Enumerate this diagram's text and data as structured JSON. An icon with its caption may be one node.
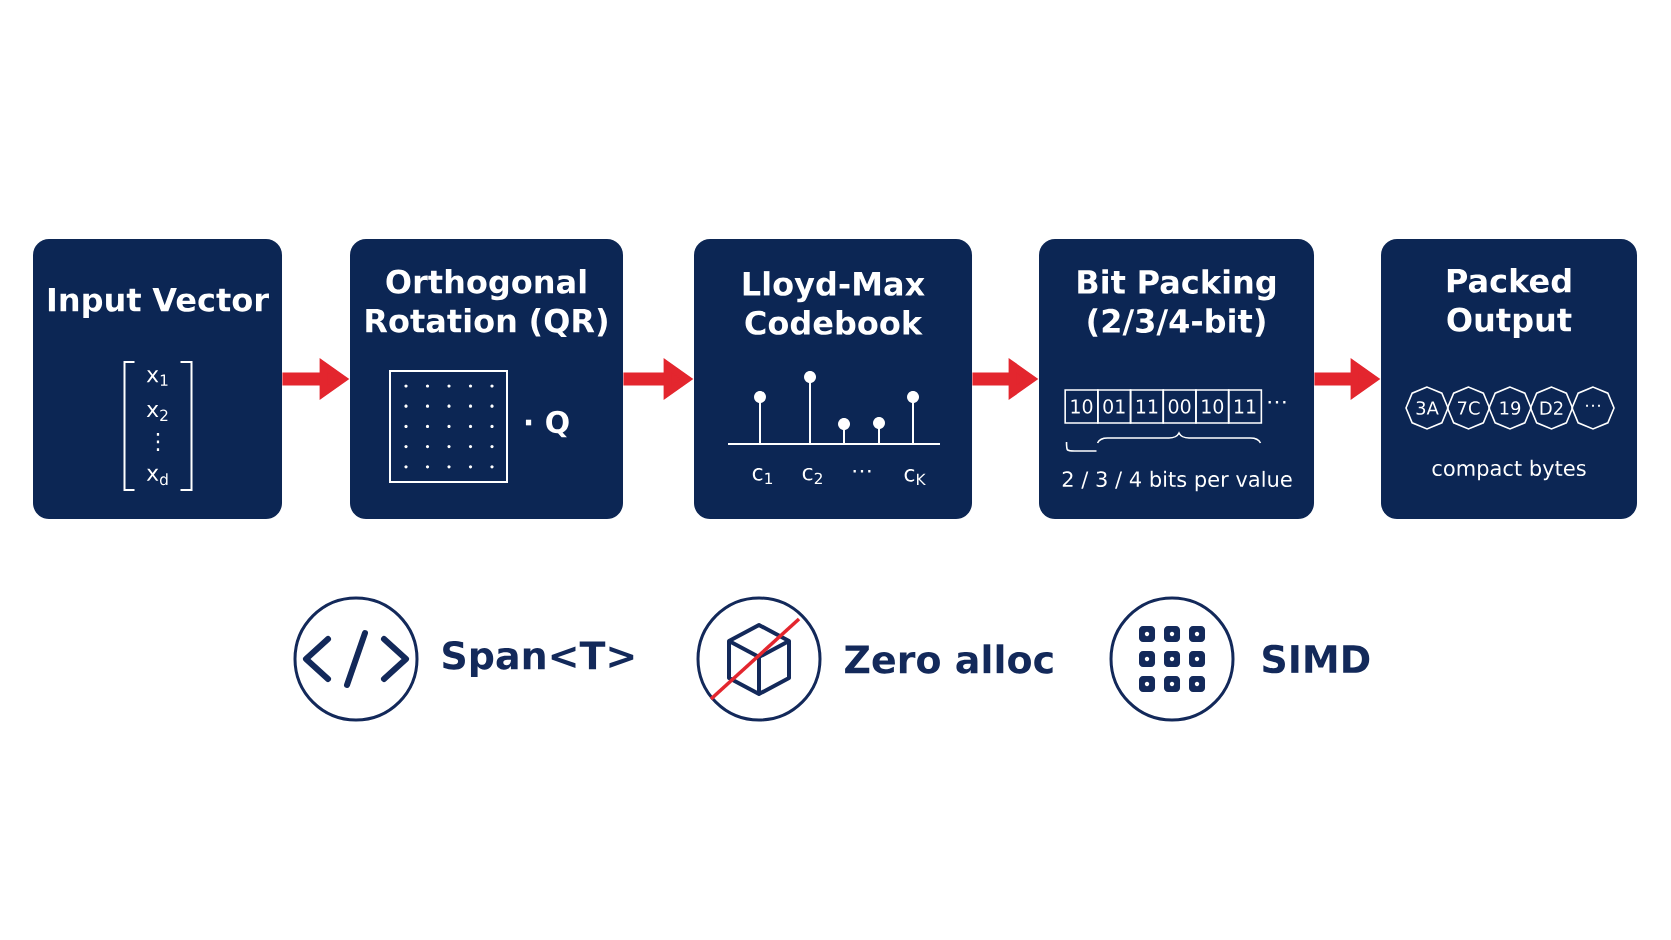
{
  "diagram": {
    "nodes": [
      {
        "text": [
          "Input Vector",
          "x$_{1}$",
          "x$_{2}$",
          "⋮",
          "x$_{d}$"
        ]
      },
      {
        "text": [
          "Orthogonal Rotation (QR)",
          "· Q"
        ]
      },
      {
        "text": [
          "Lloyd-Max Codebook",
          "c$_{1}$",
          "c$_{2}$",
          "⋯",
          "c$_{K}$"
        ]
      },
      {
        "text": [
          "Bit Packing (2/3/4-bit)",
          "⋯",
          "2 / 3 / 4 bits per value"
        ]
      },
      {
        "text": [
          "10"
        ],
        "in": 3
      },
      {
        "text": [
          "01"
        ],
        "in": 3
      },
      {
        "text": [
          "11"
        ],
        "in": 3
      },
      {
        "text": [
          "00"
        ],
        "in": 3
      },
      {
        "text": [
          "10"
        ],
        "in": 3
      },
      {
        "text": [
          "11"
        ],
        "in": 3
      },
      {
        "text": [
          "Packed Output",
          "compact bytes"
        ]
      },
      {
        "text": [
          "3A"
        ],
        "in": 10
      },
      {
        "text": [
          "7C"
        ],
        "in": 10
      },
      {
        "text": [
          "19"
        ],
        "in": 10
      },
      {
        "text": [
          "D2"
        ],
        "in": 10
      },
      {
        "text": [
          "⋯"
        ],
        "in": 10
      }
    ],
    "edges": [
      {
        "from": 0,
        "to": 1,
        "arrow": "to"
      },
      {
        "from": 1,
        "to": 2,
        "arrow": "to"
      },
      {
        "from": 2,
        "to": 3,
        "arrow": "to"
      },
      {
        "from": 3,
        "to": 10,
        "arrow": "to"
      }
    ],
    "labels": [
      "Span<T>",
      "Zero alloc",
      "SIMD"
    ]
  }
}
